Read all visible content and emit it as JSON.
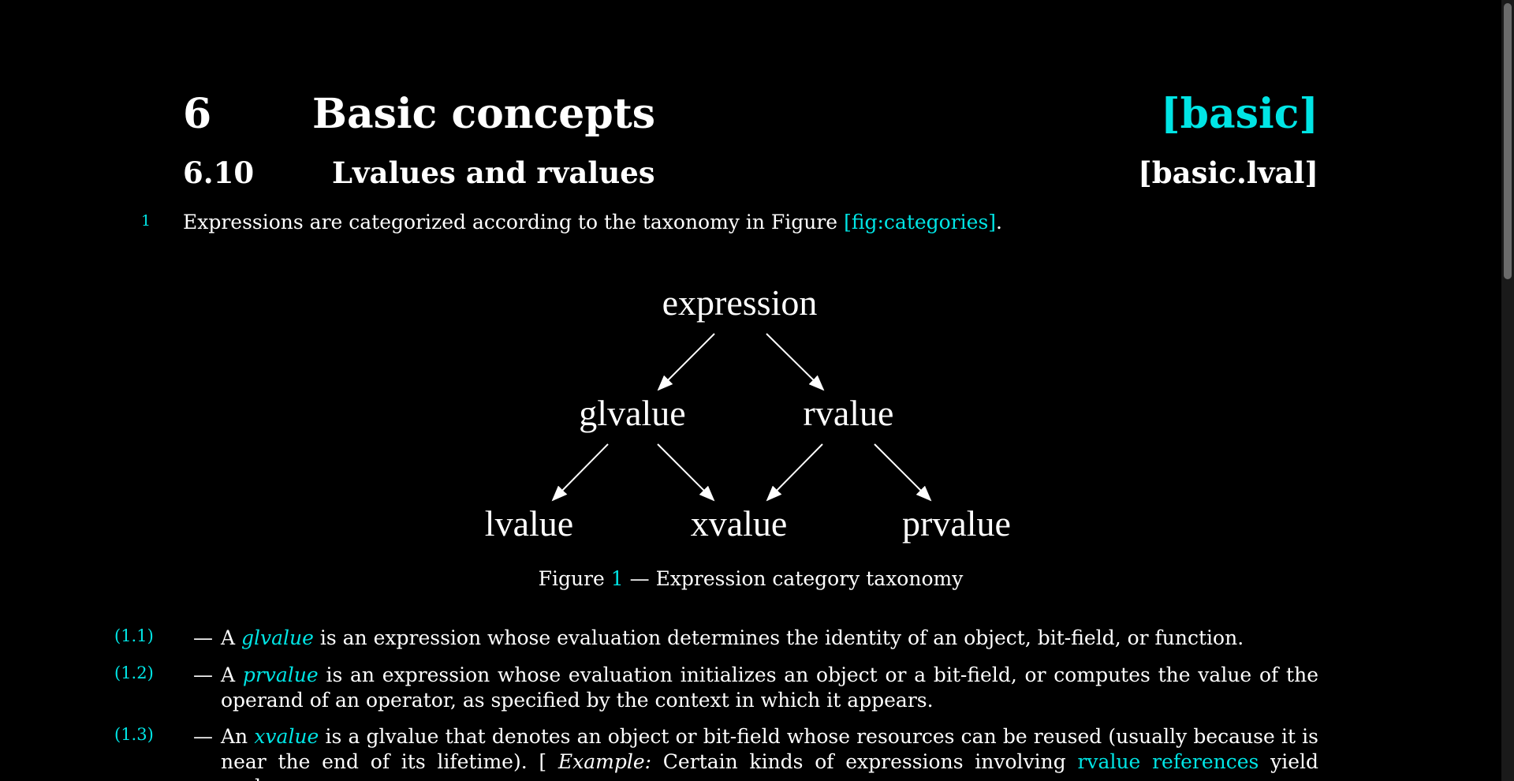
{
  "chapter": {
    "number": "6",
    "title": "Basic concepts",
    "tag": "[basic]"
  },
  "section": {
    "number": "6.10",
    "title": "Lvalues and rvalues",
    "tag": "[basic.lval]"
  },
  "paragraph1": {
    "number": "1",
    "text_before": "Expressions are categorized according to the taxonomy in Figure ",
    "link": "[fig:categories]",
    "text_after": "."
  },
  "figure": {
    "nodes": {
      "expression": "expression",
      "glvalue": "glvalue",
      "rvalue": "rvalue",
      "lvalue": "lvalue",
      "xvalue": "xvalue",
      "prvalue": "prvalue"
    },
    "caption_prefix": "Figure ",
    "caption_number": "1",
    "caption_text": " — Expression category taxonomy"
  },
  "items": [
    {
      "number": "(1.1)",
      "dash": "—",
      "article": "A ",
      "term": "glvalue",
      "text": " is an expression whose evaluation determines the identity of an object, bit-field, or function."
    },
    {
      "number": "(1.2)",
      "dash": "—",
      "article": "A ",
      "term": "prvalue",
      "text": " is an expression whose evaluation initializes an object or a bit-field, or computes the value of the operand of an operator, as specified by the context in which it appears."
    },
    {
      "number": "(1.3)",
      "dash": "—",
      "article": "An ",
      "term": "xvalue",
      "text": " is a glvalue that denotes an object or bit-field whose resources can be reused (usually because it is near the end of its lifetime). [ ",
      "example_label": "Example:",
      "example_text": " Certain kinds of expressions involving ",
      "link": "rvalue references",
      "text_after": " yield xvalues,"
    }
  ],
  "colors": {
    "background": "#000000",
    "text": "#ffffff",
    "link": "#00e5e5"
  }
}
